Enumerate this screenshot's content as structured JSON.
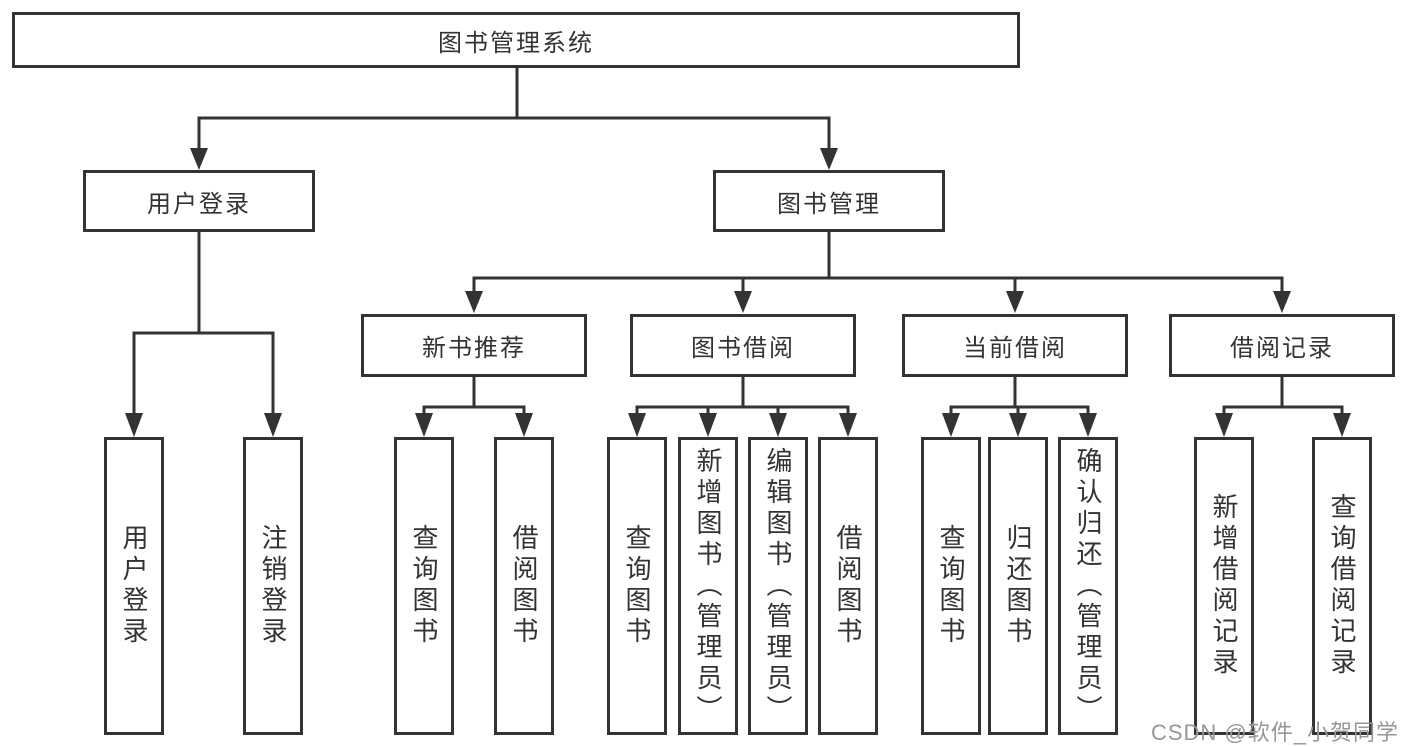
{
  "title": "图书管理系统",
  "colors": {
    "line": "#333333",
    "text": "#333333",
    "background": "#ffffff",
    "watermark": "#96969b"
  },
  "watermark": "CSDN @软件_小贺同学",
  "tree": {
    "root": {
      "label": "图书管理系统"
    },
    "branches": [
      {
        "label": "用户登录",
        "children": [
          {
            "label": "用户登录"
          },
          {
            "label": "注销登录"
          }
        ]
      },
      {
        "label": "图书管理",
        "children": [
          {
            "label": "新书推荐",
            "children": [
              {
                "label": "查询图书"
              },
              {
                "label": "借阅图书"
              }
            ]
          },
          {
            "label": "图书借阅",
            "children": [
              {
                "label": "查询图书"
              },
              {
                "label": "新增图书（管理员）"
              },
              {
                "label": "编辑图书（管理员）"
              },
              {
                "label": "借阅图书"
              }
            ]
          },
          {
            "label": "当前借阅",
            "children": [
              {
                "label": "查询图书"
              },
              {
                "label": "归还图书"
              },
              {
                "label": "确认归还（管理员）"
              }
            ]
          },
          {
            "label": "借阅记录",
            "children": [
              {
                "label": "新增借阅记录"
              },
              {
                "label": "查询借阅记录"
              }
            ]
          }
        ]
      }
    ]
  }
}
